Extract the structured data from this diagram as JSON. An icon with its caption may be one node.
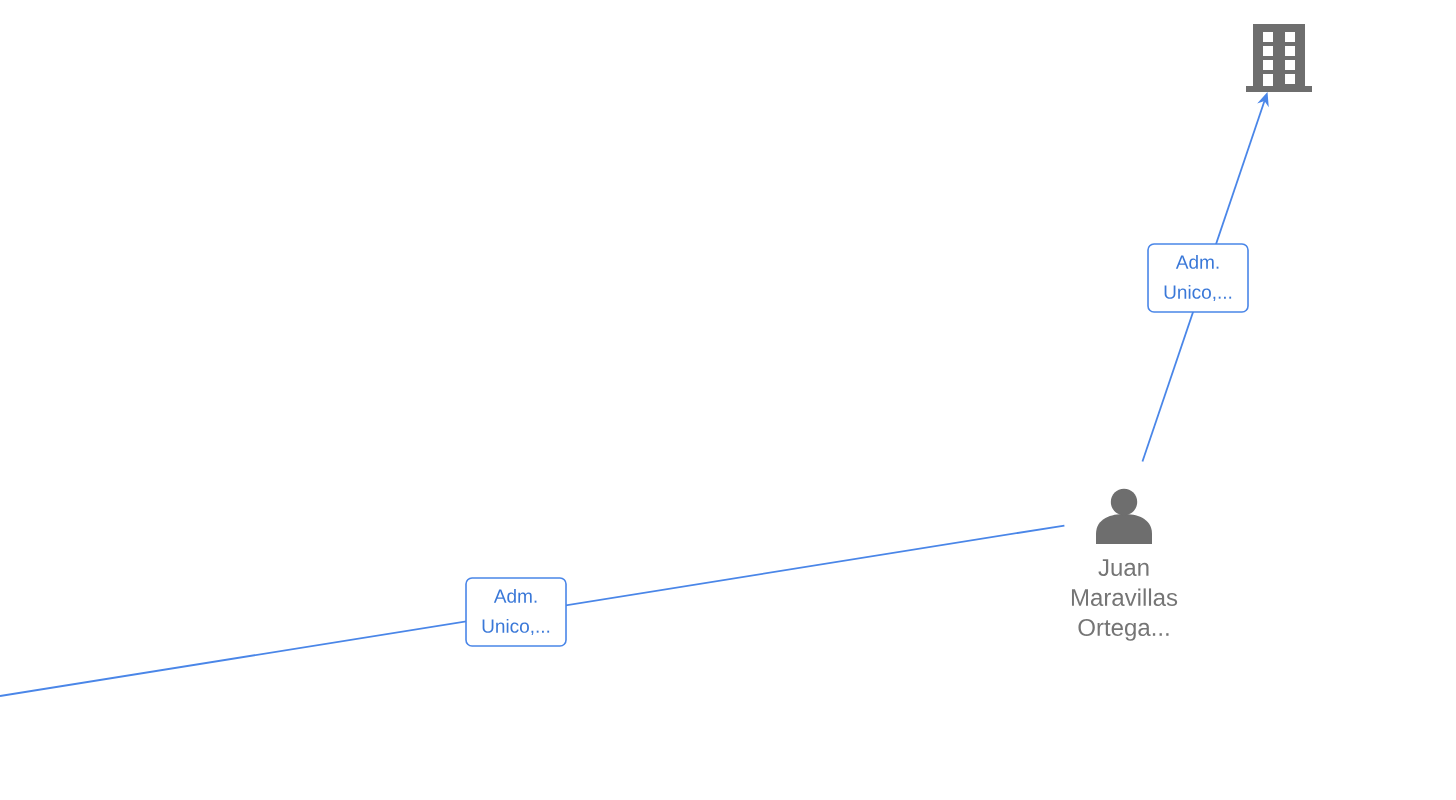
{
  "diagram": {
    "nodes": [
      {
        "text": [],
        "shape": "building"
      },
      {
        "text": [
          "Juan Maravillas Ortega..."
        ]
      }
    ],
    "edges": [
      {
        "from": 1,
        "to": 0,
        "arrow": "to",
        "label": "Adm. Unico,..."
      },
      {
        "from": null,
        "to": 1,
        "arrow": "none",
        "label": "Adm. Unico,..."
      }
    ]
  }
}
